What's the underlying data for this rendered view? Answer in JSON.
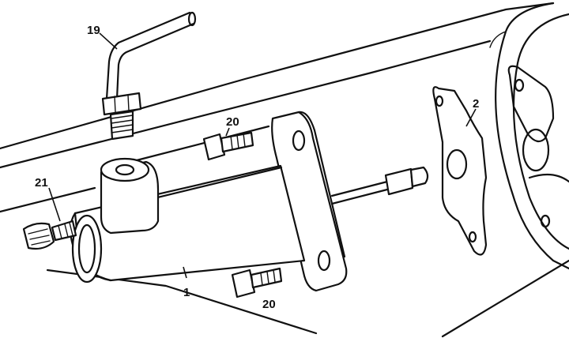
{
  "callouts": {
    "hydraulic_line": "19",
    "bolt_upper": "20",
    "bolt_lower": "20",
    "bleeder_cap": "21",
    "gasket": "2",
    "slave_cylinder": "1"
  }
}
